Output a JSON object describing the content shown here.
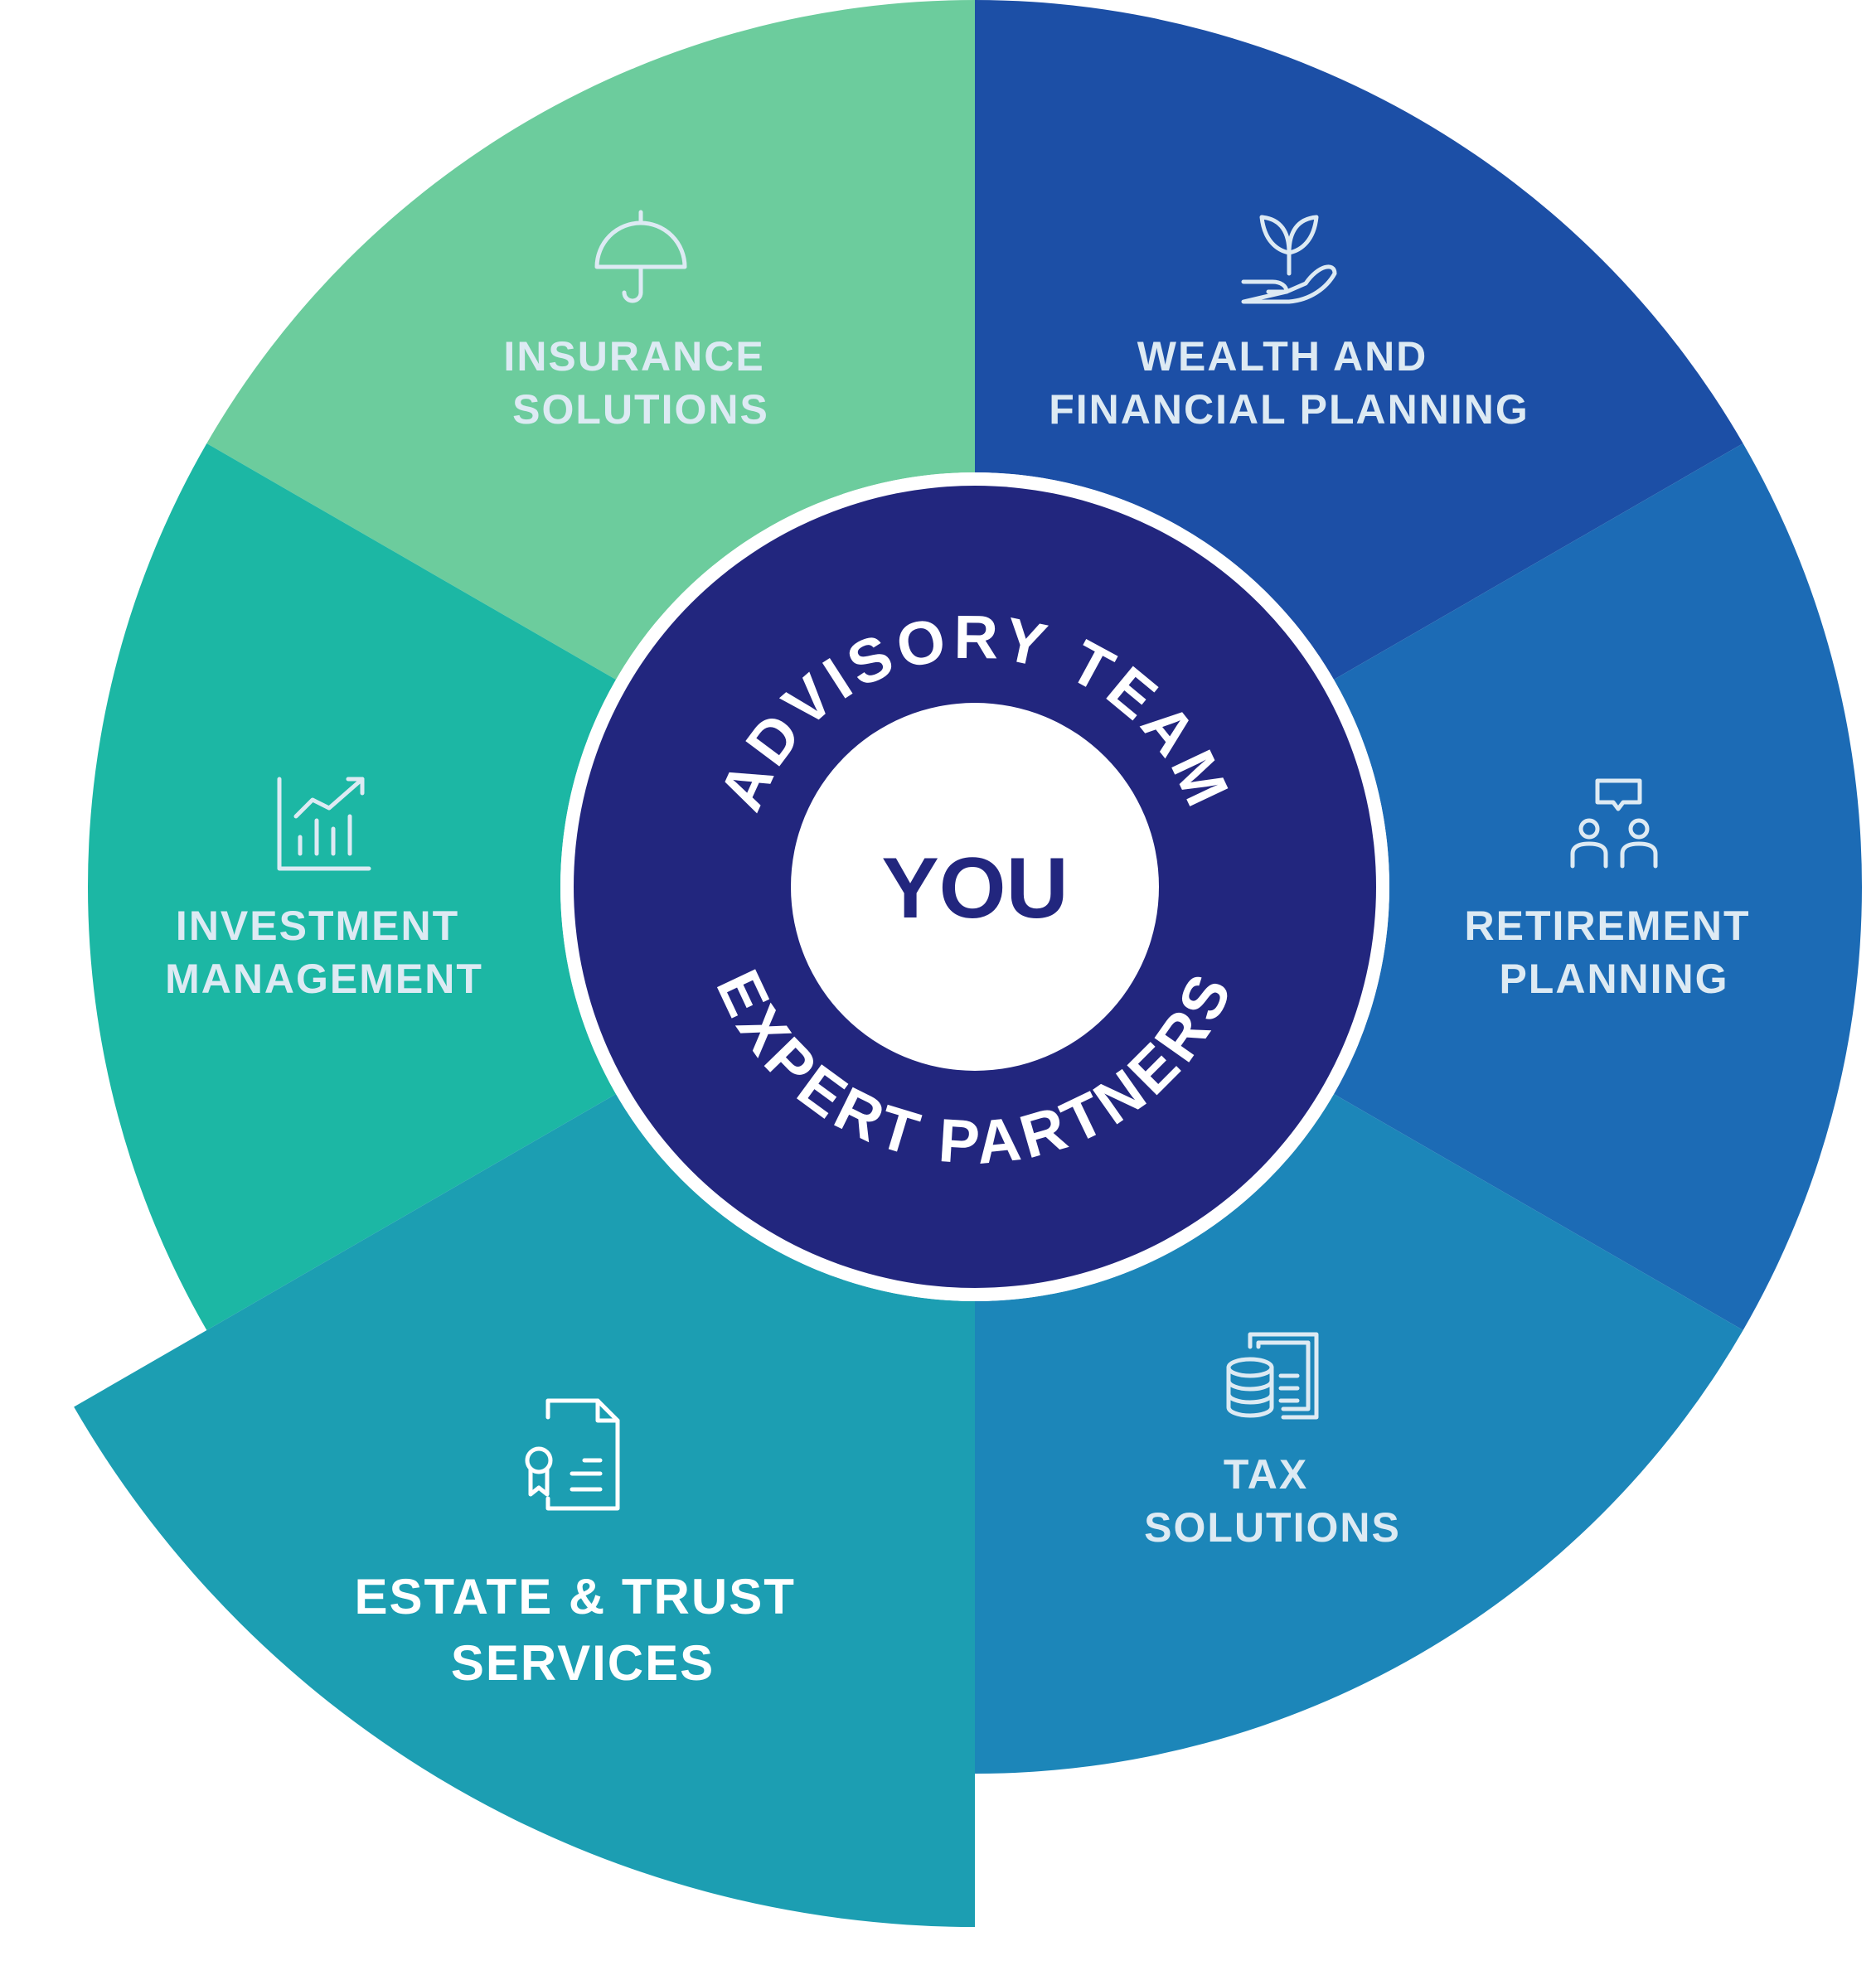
{
  "center": {
    "label": "YOU"
  },
  "ring": {
    "top_text": "ADVISORY TEAM",
    "bottom_text": "EXPERT PARTNERS"
  },
  "segments": [
    {
      "id": "insurance",
      "line1": "INSURANCE",
      "line2": "SOLUTIONS",
      "icon": "umbrella-icon",
      "color": "#6CCC9D"
    },
    {
      "id": "wealth",
      "line1": "WEALTH AND",
      "line2": "FINANCIAL PLANNING",
      "icon": "plant-in-hand-icon",
      "color": "#1C4FA6"
    },
    {
      "id": "retirement",
      "line1": "RETIREMENT",
      "line2": "PLANNING",
      "icon": "people-chat-icon",
      "color": "#1C6BB5"
    },
    {
      "id": "tax",
      "line1": "TAX",
      "line2": "SOLUTIONS",
      "icon": "coins-document-icon",
      "color": "#1C86B9"
    },
    {
      "id": "estate",
      "line1": "ESTATE & TRUST",
      "line2": "SERVICES",
      "icon": "certificate-document-icon",
      "color": "#1C9EB2"
    },
    {
      "id": "investment",
      "line1": "INVESTMENT",
      "line2": "MANAGEMENT",
      "icon": "growth-chart-icon",
      "color": "#1CB7A4"
    }
  ],
  "colors": {
    "ring": "#22267E",
    "ring_border": "#ffffff",
    "center_fill": "#ffffff",
    "center_text": "#22267E",
    "label_text": "#DDEAF3",
    "estate_label_text": "#ffffff"
  }
}
